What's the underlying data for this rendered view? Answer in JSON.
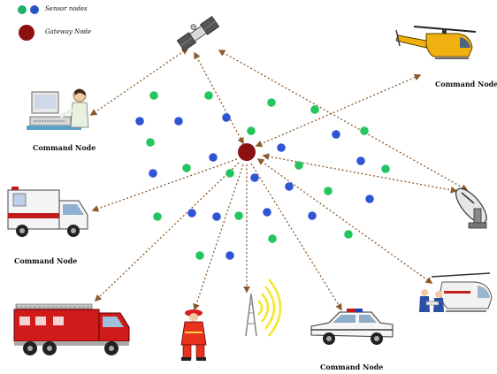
{
  "legend": {
    "sensor_label": "Sensor nodes",
    "gateway_label": "Gateway Node",
    "sensor_colors": [
      "#1fb36a",
      "#2a52c9"
    ],
    "gateway_color": "#8b1010"
  },
  "labels": {
    "command_node_left": "Command Node",
    "command_node_helicopter": "Command Node",
    "command_node_ambulance": "Command Node",
    "command_node_police": "Command Node"
  },
  "colors": {
    "link_arrow": "#8b5a2b",
    "green_node": "#22c55e",
    "blue_node": "#2f55d4",
    "gateway": "#8b1111"
  },
  "icons": {
    "satellite": "satellite-icon",
    "helicopter": "helicopter-icon",
    "computer_operator": "computer-operator-icon",
    "ambulance": "ambulance-icon",
    "satellite_dish": "satellite-dish-icon",
    "fire_truck": "fire-truck-icon",
    "firefighter": "firefighter-icon",
    "radio_tower": "radio-tower-icon",
    "police_car": "police-car-icon",
    "medical_helicopter": "medical-helicopter-icon"
  }
}
